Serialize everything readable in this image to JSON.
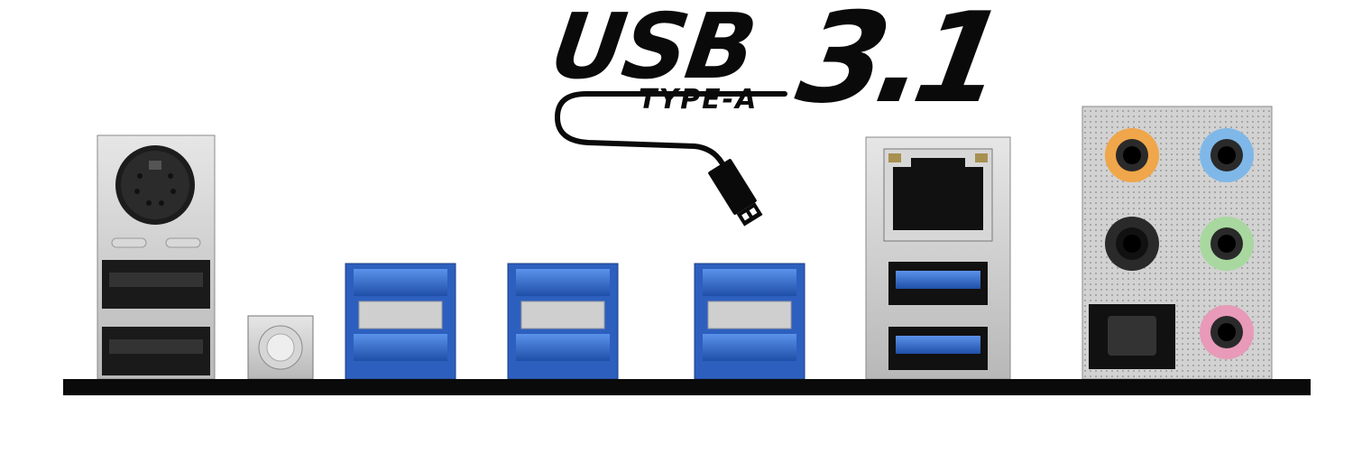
{
  "logo": {
    "text_main": "USB",
    "text_version": "3.1",
    "text_type": "TYPE-A"
  },
  "colors": {
    "usb3_blue": "#2f6fd6",
    "usb2_black": "#1a1a1a",
    "metal_gray": "#c8c8c8",
    "board_black": "#0a0a0a",
    "audio_orange": "#f0a64a",
    "audio_blue": "#7fb8e8",
    "audio_black": "#2a2a2a",
    "audio_green": "#a8d8a0",
    "audio_pink": "#e89ab8"
  },
  "ports": [
    "ps2-combo-port",
    "usb2-port",
    "usb2-port",
    "clear-cmos-button",
    "usb3-port-pair",
    "usb3-port-pair",
    "usb3-port-pair",
    "lan-port",
    "usb3-port",
    "usb3-port",
    "audio-jacks",
    "optical-spdif-port"
  ]
}
